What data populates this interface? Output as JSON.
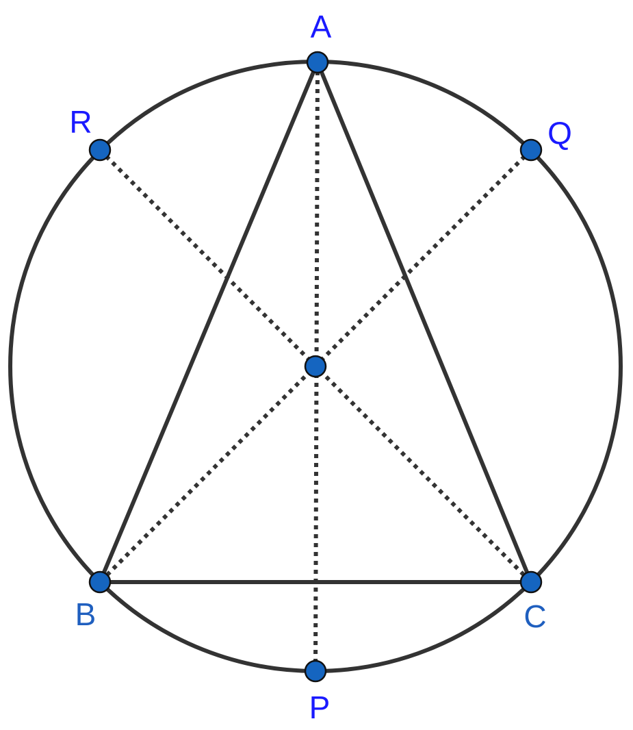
{
  "colors": {
    "stroke": "#333333",
    "point_fill": "#1565C0",
    "point_stroke": "#111111",
    "label_blue": "#1a1aff",
    "label_steel": "#1f5fbf"
  },
  "points": {
    "A": {
      "label": "A"
    },
    "B": {
      "label": "B"
    },
    "C": {
      "label": "C"
    },
    "P": {
      "label": "P"
    },
    "Q": {
      "label": "Q"
    },
    "R": {
      "label": "R"
    },
    "O": {
      "label": ""
    }
  }
}
